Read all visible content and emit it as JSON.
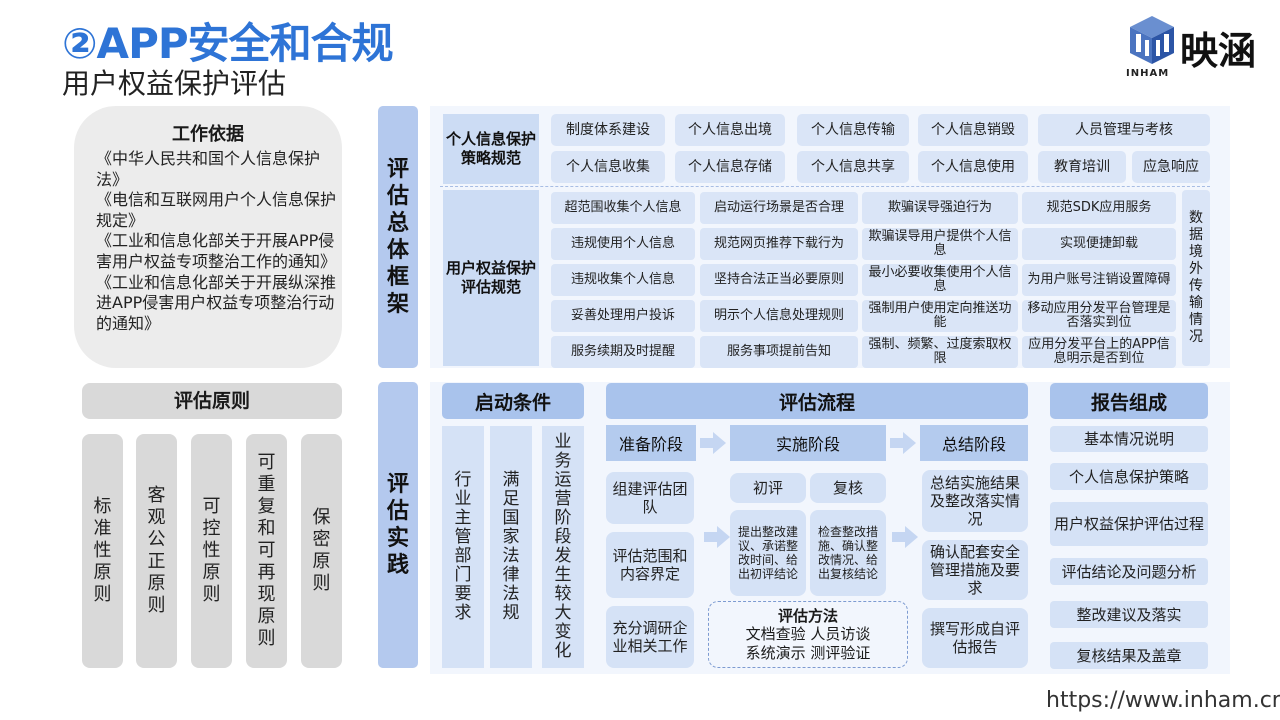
{
  "header": {
    "title": "②APP安全和合规",
    "subtitle": "用户权益保护评估",
    "logo_text": "映涵",
    "logo_sub": "INHAM",
    "url": "https://www.inham.cn"
  },
  "basis": {
    "title": "工作依据",
    "items": [
      "《中华人民共和国个人信息保护法》",
      "《电信和互联网用户个人信息保护规定》",
      "《工业和信息化部关于开展APP侵害用户权益专项整治工作的通知》",
      "《工业和信息化部关于开展纵深推进APP侵害用户权益专项整治行动的通知》"
    ]
  },
  "principles": {
    "title": "评估原则",
    "items": [
      "标准性原则",
      "客观公正原则",
      "可控性原则",
      "可重复和可再现原则",
      "保密原则"
    ]
  },
  "framework": {
    "label": "评估总体框架",
    "policy_category": "个人信息保护策略规范",
    "policy_items": [
      "制度体系建设",
      "个人信息出境",
      "个人信息传输",
      "个人信息销毁",
      "人员管理与考核",
      "个人信息收集",
      "个人信息存储",
      "个人信息共享",
      "个人信息使用",
      "教育培训",
      "应急响应"
    ],
    "rights_category": "用户权益保护评估规范",
    "rights_items": [
      "超范围收集个人信息",
      "启动运行场景是否合理",
      "欺骗误导强迫行为",
      "规范SDK应用服务",
      "违规使用个人信息",
      "规范网页推荐下载行为",
      "欺骗误导用户提供个人信息",
      "实现便捷卸载",
      "违规收集个人信息",
      "坚持合法正当必要原则",
      "最小必要收集使用个人信息",
      "为用户账号注销设置障碍",
      "妥善处理用户投诉",
      "明示个人信息处理规则",
      "强制用户使用定向推送功能",
      "移动应用分发平台管理是否落实到位",
      "服务续期及时提醒",
      "服务事项提前告知",
      "强制、频繁、过度索取权限",
      "应用分发平台上的APP信息明示是否到位"
    ],
    "cross_border": "数据境外传输情况"
  },
  "practice": {
    "label": "评估实践",
    "start": {
      "title": "启动条件",
      "items": [
        "行业主管部门要求",
        "满足国家法律法规",
        "业务运营阶段发生较大变化"
      ]
    },
    "process": {
      "title": "评估流程",
      "stages": [
        "准备阶段",
        "实施阶段",
        "总结阶段"
      ],
      "prep": [
        "组建评估团队",
        "评估范围和内容界定",
        "充分调研企业相关工作"
      ],
      "impl_heads": [
        "初评",
        "复核"
      ],
      "impl_details": [
        "提出整改建议、承诺整改时间、给出初评结论",
        "检查整改措施、确认整改情况、给出复核结论"
      ],
      "method_title": "评估方法",
      "method_lines": [
        "文档查验 人员访谈",
        "系统演示 测评验证"
      ],
      "summary": [
        "总结实施结果及整改落实情况",
        "确认配套安全管理措施及要求",
        "撰写形成自评估报告"
      ]
    },
    "report": {
      "title": "报告组成",
      "items": [
        "基本情况说明",
        "个人信息保护策略",
        "用户权益保护评估过程",
        "评估结论及问题分析",
        "整改建议及落实",
        "复核结果及盖章"
      ]
    }
  },
  "colors": {
    "title_blue": "#2e74d6",
    "light_blue": "#dae5f7",
    "header_blue": "#a9c3ec",
    "grey": "#d9d9d9"
  }
}
